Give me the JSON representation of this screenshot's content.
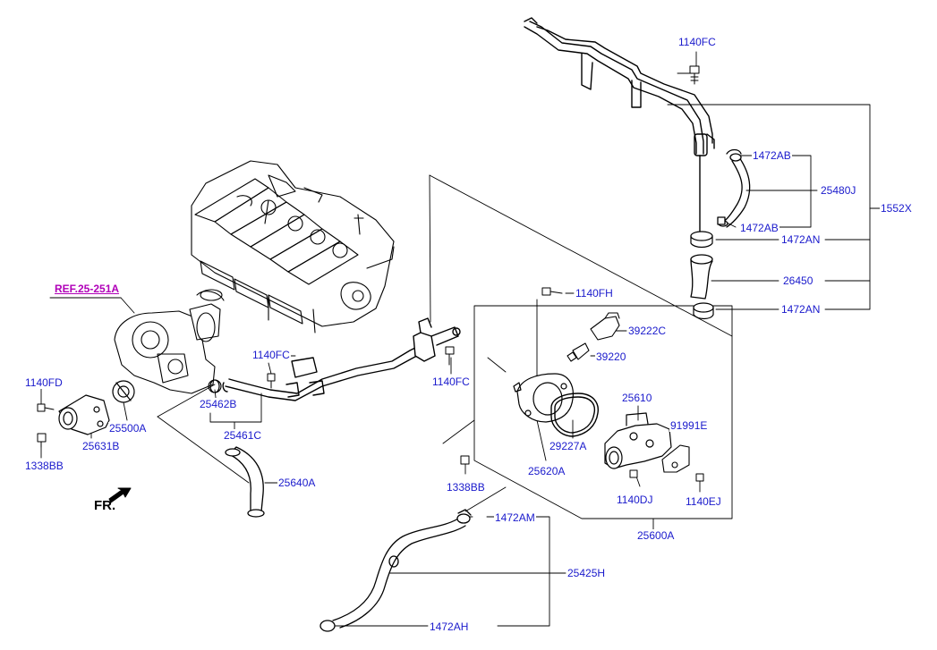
{
  "diagram": {
    "labels": {
      "p1140FC_top": "1140FC",
      "p1472AB_top": "1472AB",
      "p25480J": "25480J",
      "p1552X": "1552X",
      "p1472AB_bot": "1472AB",
      "p1472AN_top": "1472AN",
      "p26450": "26450",
      "p1472AN_bot": "1472AN",
      "p1140FH": "1140FH",
      "p39222C": "39222C",
      "p39220": "39220",
      "pREF": "REF.25-251A",
      "p1140FC_mid": "1140FC",
      "p1140FC_right": "1140FC",
      "p1140FD": "1140FD",
      "p25500A": "25500A",
      "p25462B": "25462B",
      "p25461C": "25461C",
      "p25631B": "25631B",
      "p1338BB_left": "1338BB",
      "p25610": "25610",
      "p91991E": "91991E",
      "p29227A": "29227A",
      "p25620A": "25620A",
      "p1338BB_mid": "1338BB",
      "p1140DJ": "1140DJ",
      "p1140EJ": "1140EJ",
      "p25640A": "25640A",
      "pFR": "FR.",
      "p1472AM": "1472AM",
      "p25600A": "25600A",
      "p25425H": "25425H",
      "p1472AH": "1472AH"
    }
  }
}
